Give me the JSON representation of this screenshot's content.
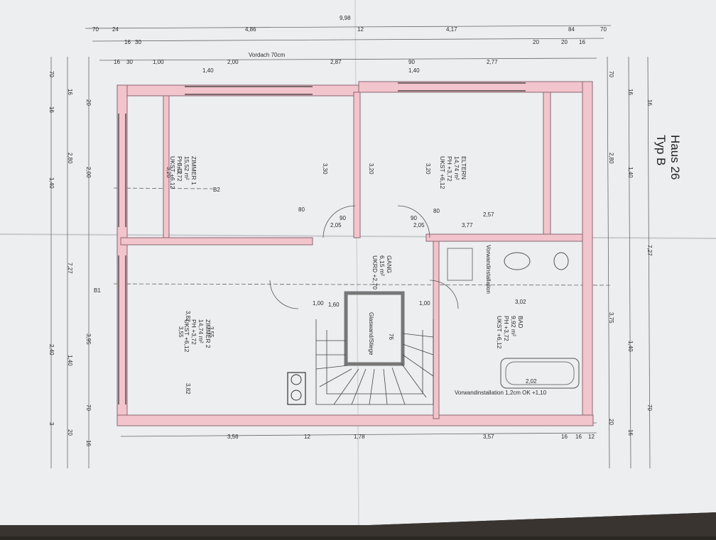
{
  "title": {
    "line1": "Haus 26",
    "line2": "Typ B"
  },
  "colors": {
    "paper": "#eceef0",
    "wall_fill": "#f2c4cc",
    "wall_stroke": "#8a6670",
    "line": "#555555",
    "background": "#2a2622"
  },
  "rooms": [
    {
      "id": "zimmer1",
      "lines": [
        "ZIMMER 1",
        "15,52 m²",
        "PH +3,72",
        "UKST +6,12"
      ]
    },
    {
      "id": "eltern",
      "lines": [
        "ELTERN",
        "14,74 m²",
        "PH +3,72",
        "UKST +6,12"
      ]
    },
    {
      "id": "zimmer2",
      "lines": [
        "ZIMMER 2",
        "14,74 m²",
        "PH +3,72",
        "UKST +6,12"
      ]
    },
    {
      "id": "gang",
      "lines": [
        "GANG",
        "6,15 m²",
        "UKRD +2,70"
      ]
    },
    {
      "id": "bad",
      "lines": [
        "BAD",
        "9,92 m²",
        "PH +3,72",
        "UKST +6,12"
      ]
    }
  ],
  "top_dims": {
    "overall": "9,98",
    "row1": [
      "70",
      "24",
      "4,86",
      "12",
      "4,17",
      "70",
      "84"
    ],
    "row2": [
      "16",
      "30",
      "20",
      "20",
      "16"
    ],
    "row3": [
      "16",
      "30",
      "1,00",
      "2,00",
      "2,87",
      "90",
      "2,77",
      "1,40",
      "1,40"
    ],
    "vordach": "Vordach 70cm"
  },
  "bottom_dims": [
    "3,56",
    "12",
    "1,78",
    "3,57",
    "16",
    "16",
    "12"
  ],
  "left_dims": [
    "70",
    "16",
    "20",
    "16",
    "2,80",
    "2,00",
    "1,40",
    "7,27",
    "3,95",
    "2,40",
    "1,40",
    "70",
    "3",
    "20",
    "16"
  ],
  "right_dims": [
    "70",
    "16",
    "16",
    "2,80",
    "1,40",
    "7,27",
    "3,75",
    "1,40",
    "70",
    "20",
    "16"
  ],
  "inner_dims": [
    "3,20",
    "3,12",
    "3,30",
    "3,20",
    "3,20",
    "3,82",
    "3,55",
    "3,55",
    "3,82",
    "2,57",
    "3,77",
    "3,02",
    "2,05",
    "2,05",
    "1,00",
    "1,00",
    "1,60",
    "2,02",
    "90",
    "90",
    "80",
    "80"
  ],
  "labels": {
    "stair": "Glaswand/Stiege",
    "stair_steps": "76",
    "bath_note": "Vorwandinstallation",
    "tub_note": "Vorwandinstallation 1,2cm OK +1,10",
    "section_a": "B1",
    "section_b": "B2"
  }
}
